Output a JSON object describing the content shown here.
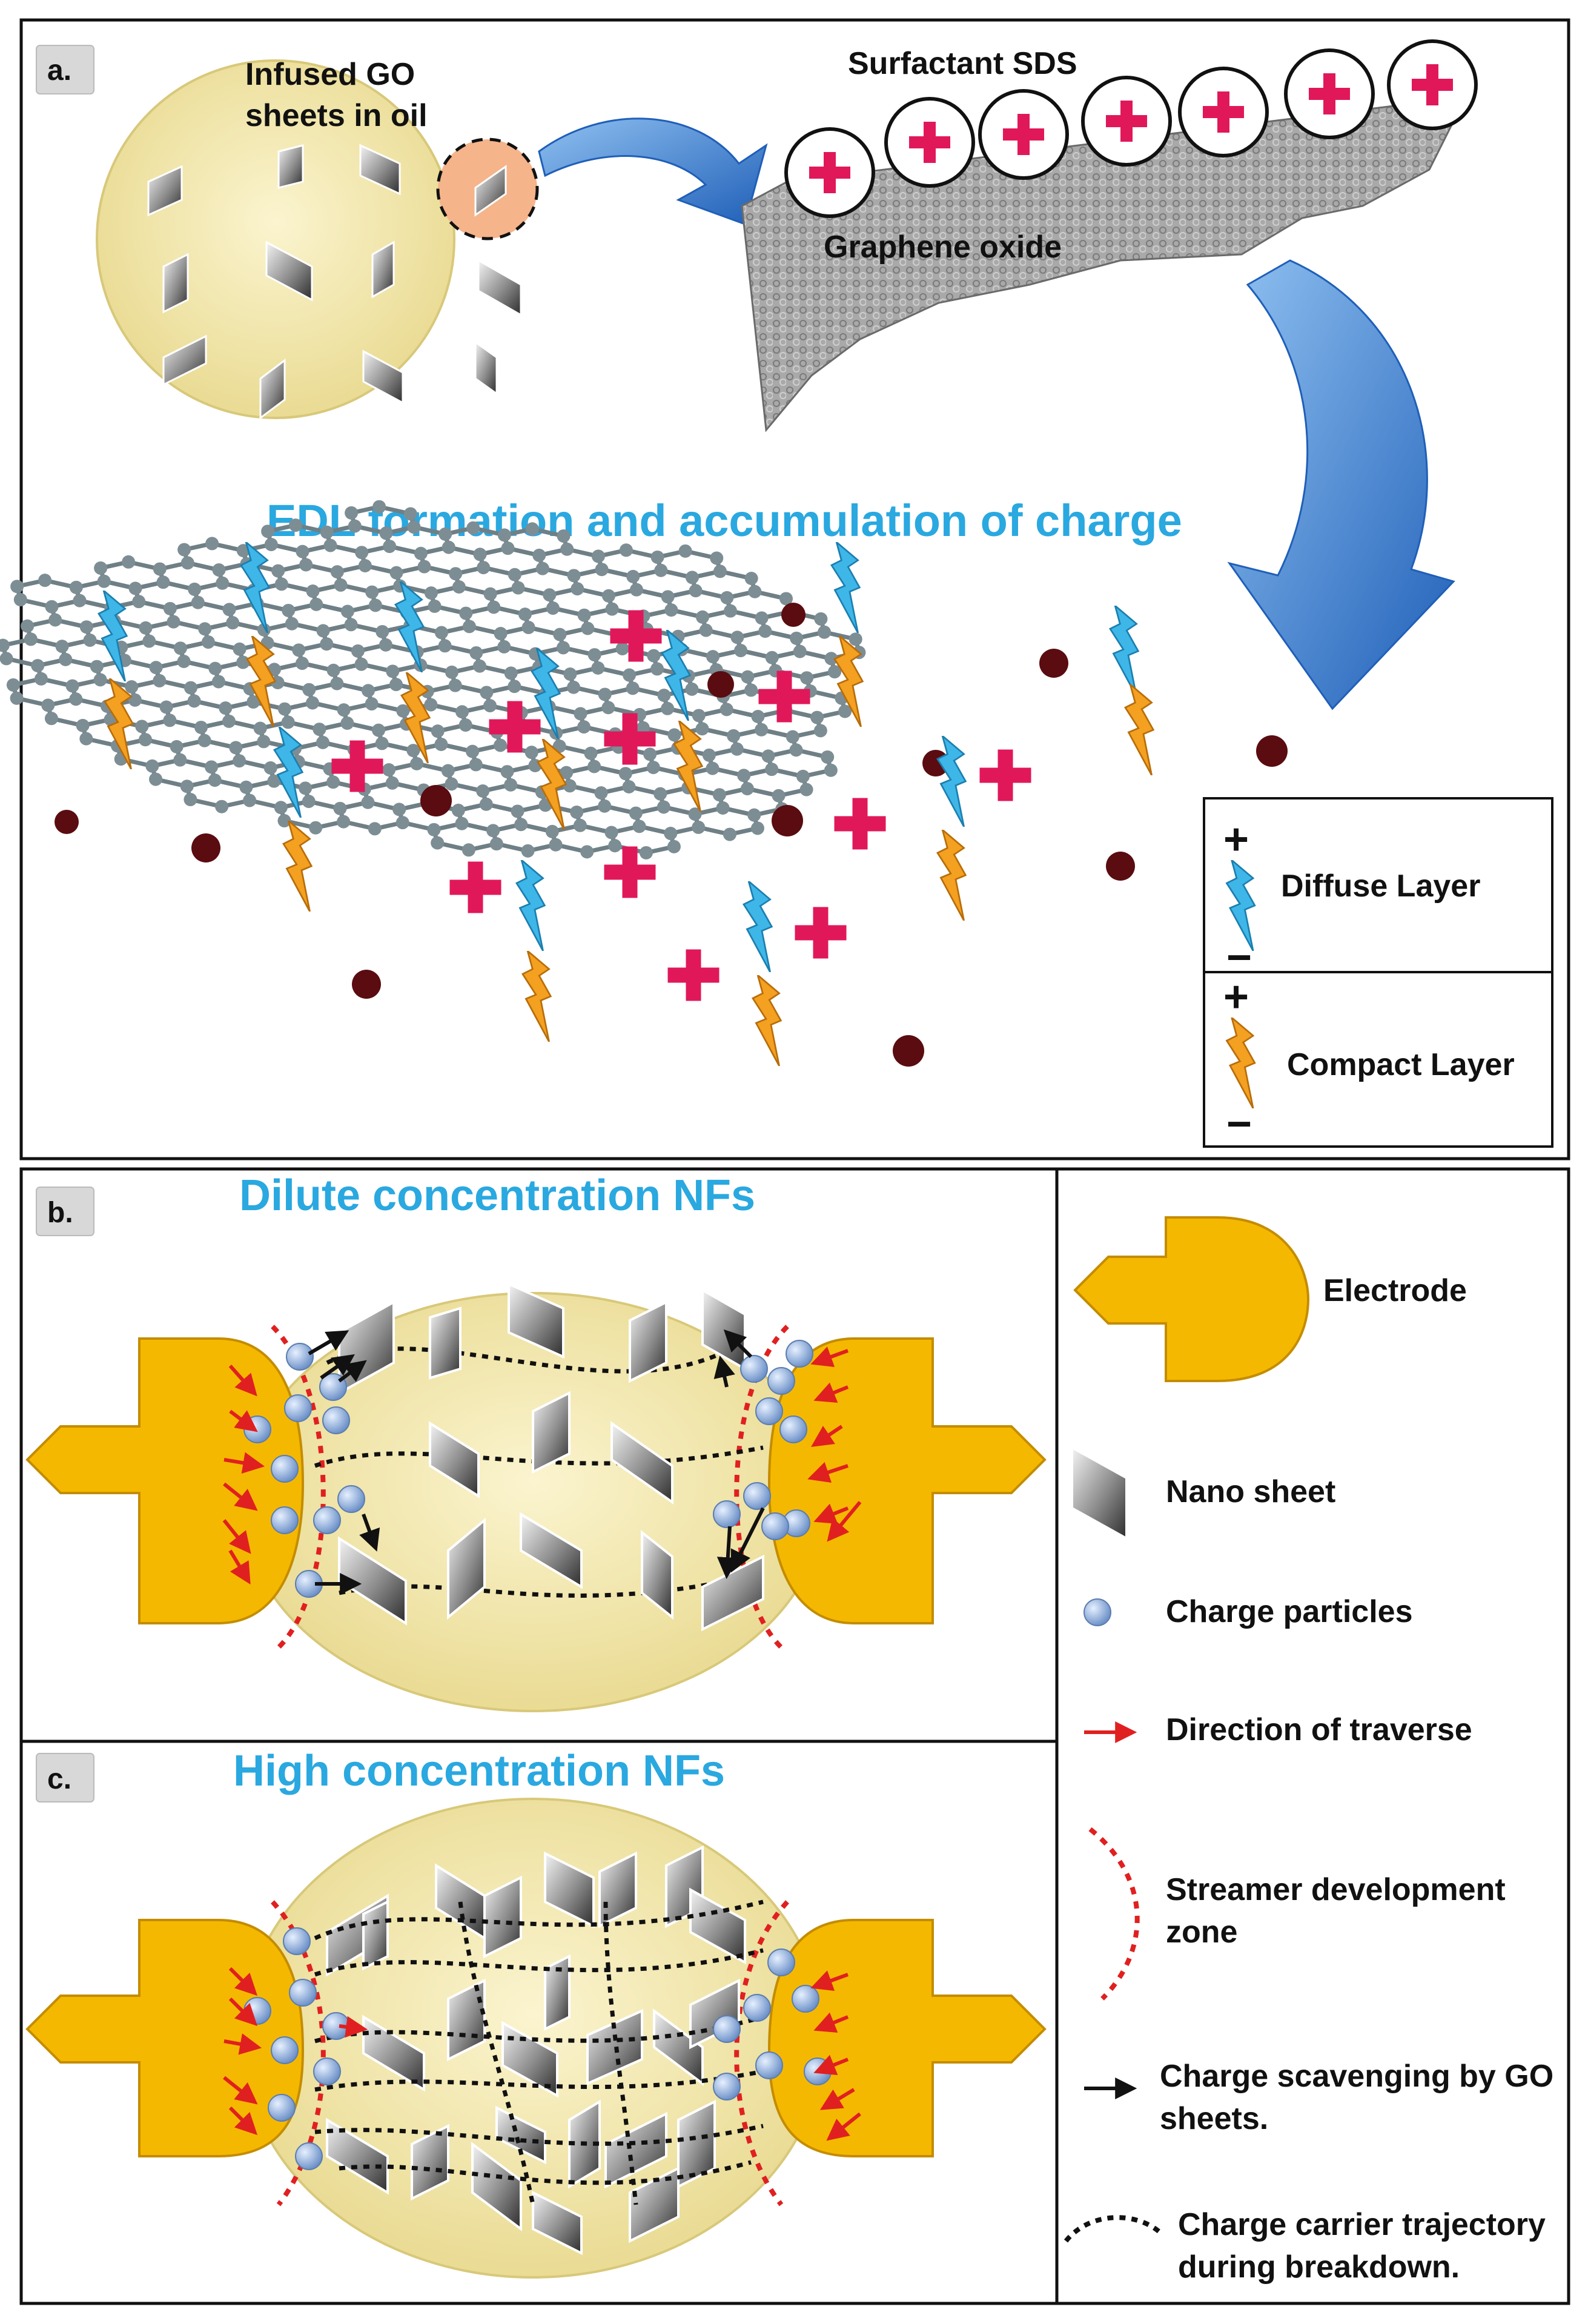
{
  "panel_a": {
    "tag": "a.",
    "bubble_label_line1": "Infused GO",
    "bubble_label_line2": "sheets in oil",
    "surfactant_label": "Surfactant SDS",
    "go_label": "Graphene oxide",
    "title": "EDL formation and accumulation of charge",
    "legend": {
      "diffuse": "Diffuse Layer",
      "compact": "Compact Layer",
      "plus": "+",
      "minus": "−"
    }
  },
  "panel_b": {
    "tag": "b.",
    "title": "Dilute concentration NFs"
  },
  "panel_c": {
    "tag": "c.",
    "title": "High concentration NFs"
  },
  "legend_bc": {
    "electrode": "Electrode",
    "nano_sheet": "Nano sheet",
    "charge_particles": "Charge particles",
    "direction": "Direction of traverse",
    "streamer_line1": "Streamer development",
    "streamer_line2": "zone",
    "scavenging_line1": "Charge scavenging by GO",
    "scavenging_line2": "sheets.",
    "trajectory_line1": "Charge carrier trajectory",
    "trajectory_line2": "during breakdown."
  },
  "colors": {
    "title_blue": "#2aa8e0",
    "plus_magenta": "#e0185a",
    "oil_yellow": "#f2e7a8",
    "electrode_gold": "#f5b800",
    "streamer_red": "#e02020",
    "diffuse_blue": "#3fb6e8",
    "compact_orange": "#f4a020"
  },
  "icons": [
    "plus-sign-icon",
    "lightning-bolt-icon",
    "nano-sheet-icon",
    "charge-particle-icon",
    "arrow-icon",
    "electrode-icon"
  ]
}
